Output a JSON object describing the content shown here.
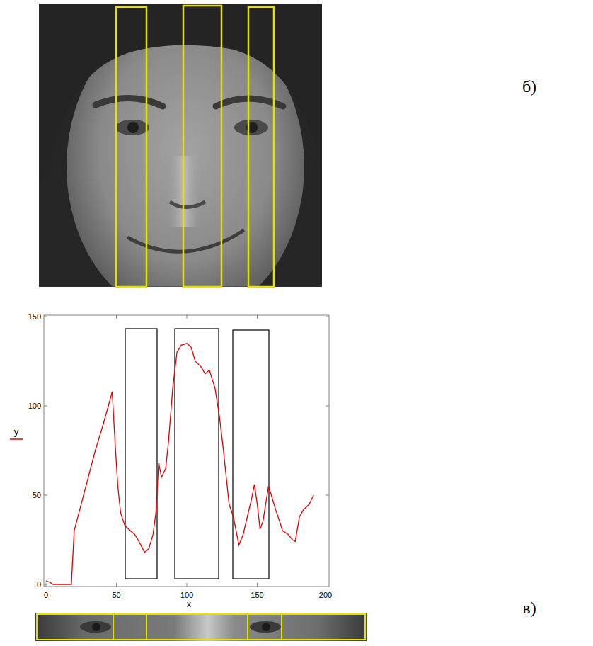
{
  "diagram": {
    "labels": [
      "б)",
      "150",
      "100",
      "50",
      "0",
      "y",
      "0",
      "50",
      "100",
      "150",
      "200",
      "x",
      "в)"
    ]
  }
}
